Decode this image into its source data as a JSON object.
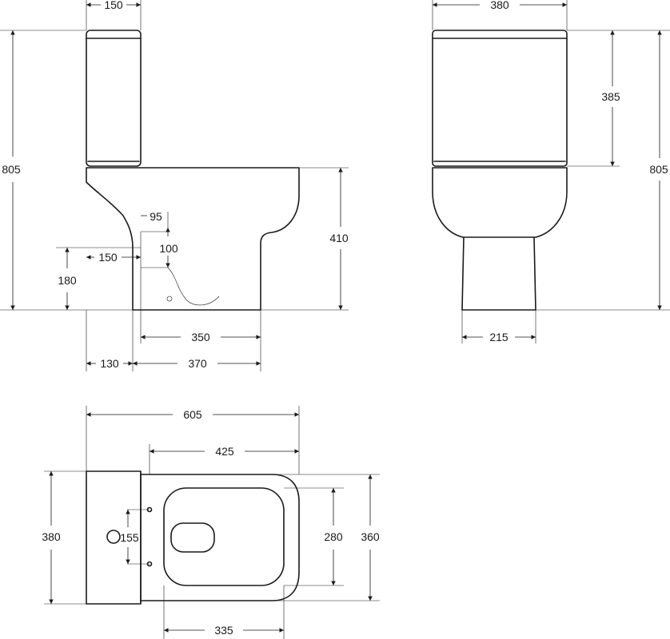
{
  "side_view": {
    "tank_width": "150",
    "total_height": "805",
    "bowl_height": "410",
    "outlet_offset_x": "95",
    "outlet_offset_y": "100",
    "outlet_center_x": "150",
    "outlet_height": "180",
    "foot_width": "350",
    "bowl_length": "370",
    "tank_depth": "130"
  },
  "front_view": {
    "width": "380",
    "tank_height": "385",
    "total_height": "805",
    "foot_width": "215"
  },
  "top_view": {
    "total_length": "605",
    "bowl_length": "425",
    "tank_width": "380",
    "hole_spacing": "155",
    "seat_width": "280",
    "bowl_width": "360",
    "seat_length": "335"
  }
}
